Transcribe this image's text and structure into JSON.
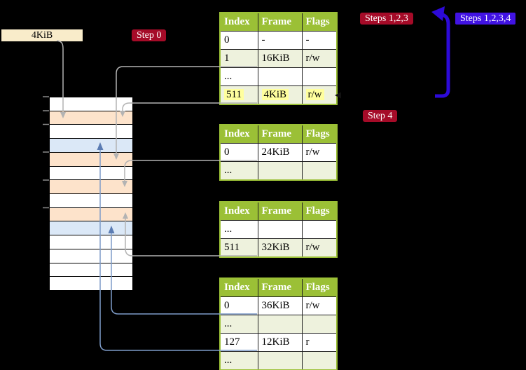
{
  "labels": {
    "page_size": "4KiB",
    "step0": "Step 0",
    "steps123": "Steps 1,2,3",
    "steps1234": "Steps 1,2,3,4",
    "step4": "Step 4"
  },
  "colors": {
    "step_chip": "#a50b28",
    "steps1234_chip": "#4113e3",
    "page_size_label_bg": "#f9ecca",
    "table_header": "#9bc036",
    "table_alt_row": "#eef2dd",
    "highlight": "#ffff9e",
    "strip_peach": "#fde3cb",
    "strip_blue": "#dbe8f7",
    "connector_gray": "#b3b3b3",
    "connector_blue": "#7e9cc9",
    "loop_arrow_blue": "#2d0ad8"
  },
  "memory_strip": {
    "rows": [
      "white",
      "peach",
      "white",
      "blue",
      "peach",
      "white",
      "peach",
      "white",
      "peach",
      "blue",
      "white",
      "white",
      "white",
      "white"
    ]
  },
  "page_tables": [
    {
      "name": "page-table-1",
      "headers": [
        "Index",
        "Frame",
        "Flags"
      ],
      "rows": [
        {
          "cells": [
            "0",
            "-",
            "-"
          ],
          "highlight": false
        },
        {
          "cells": [
            "1",
            "16KiB",
            "r/w"
          ],
          "highlight": false
        },
        {
          "cells": [
            "...",
            "",
            ""
          ],
          "highlight": false
        },
        {
          "cells": [
            "511",
            "4KiB",
            "r/w"
          ],
          "highlight": true
        }
      ]
    },
    {
      "name": "page-table-2",
      "headers": [
        "Index",
        "Frame",
        "Flags"
      ],
      "rows": [
        {
          "cells": [
            "0",
            "24KiB",
            "r/w"
          ],
          "highlight": false
        },
        {
          "cells": [
            "...",
            "",
            ""
          ],
          "highlight": false
        }
      ]
    },
    {
      "name": "page-table-3",
      "headers": [
        "Index",
        "Frame",
        "Flags"
      ],
      "rows": [
        {
          "cells": [
            "...",
            "",
            ""
          ],
          "highlight": false
        },
        {
          "cells": [
            "511",
            "32KiB",
            "r/w"
          ],
          "highlight": false
        }
      ]
    },
    {
      "name": "page-table-4",
      "headers": [
        "Index",
        "Frame",
        "Flags"
      ],
      "rows": [
        {
          "cells": [
            "0",
            "36KiB",
            "r/w"
          ],
          "highlight": false
        },
        {
          "cells": [
            "...",
            "",
            ""
          ],
          "highlight": false
        },
        {
          "cells": [
            "127",
            "12KiB",
            "r"
          ],
          "highlight": false
        },
        {
          "cells": [
            "...",
            "",
            ""
          ],
          "highlight": false
        }
      ]
    }
  ]
}
